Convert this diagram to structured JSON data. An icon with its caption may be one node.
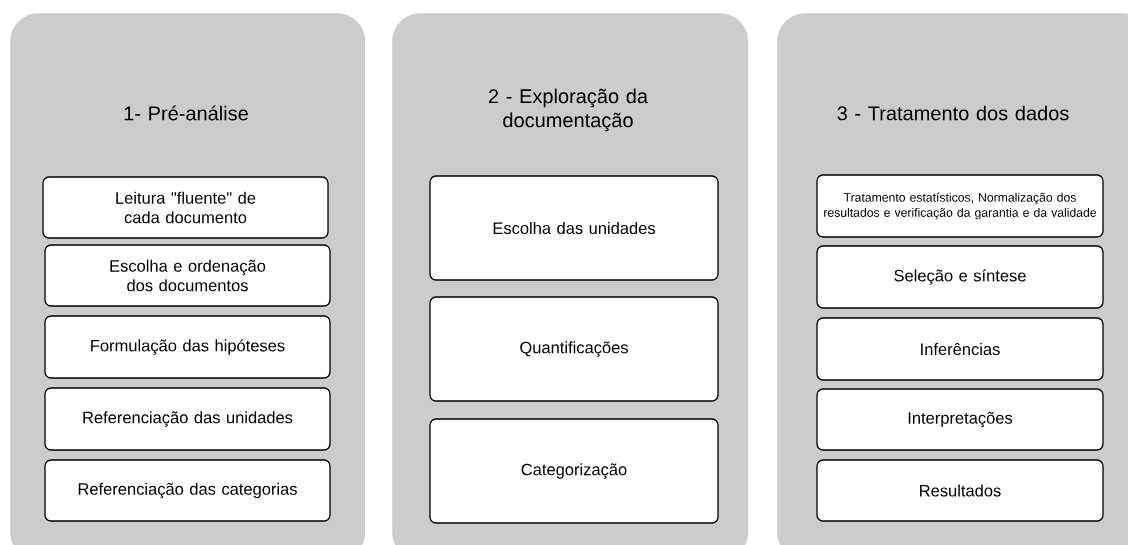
{
  "diagram": {
    "nodes": [
      {
        "text": [
          "1- Pré-análise"
        ]
      },
      {
        "text": [
          "Leitura \"fluente\" de cada documento"
        ],
        "in": 0
      },
      {
        "text": [
          "Escolha e ordenação dos documentos"
        ],
        "in": 0
      },
      {
        "text": [
          "Formulação das hipóteses"
        ],
        "in": 0
      },
      {
        "text": [
          "Referenciação das unidades"
        ],
        "in": 0
      },
      {
        "text": [
          "Referenciação das categorias"
        ],
        "in": 0
      },
      {
        "text": [
          "2 - Exploração da documentação"
        ]
      },
      {
        "text": [
          "Escolha das unidades"
        ],
        "in": 6
      },
      {
        "text": [
          "Quantificações"
        ],
        "in": 6
      },
      {
        "text": [
          "Categorização"
        ],
        "in": 6
      },
      {
        "text": [
          "3 - Tratamento dos dados"
        ]
      },
      {
        "text": [
          "Tratamento estatísticos, Normalização dos resultados e verificação da garantia e da validade"
        ],
        "in": 10
      },
      {
        "text": [
          "Seleção e síntese"
        ],
        "in": 10
      },
      {
        "text": [
          "Inferências"
        ],
        "in": 10
      },
      {
        "text": [
          "Interpretações"
        ],
        "in": 10
      },
      {
        "text": [
          "Resultados"
        ],
        "in": 10
      }
    ]
  }
}
